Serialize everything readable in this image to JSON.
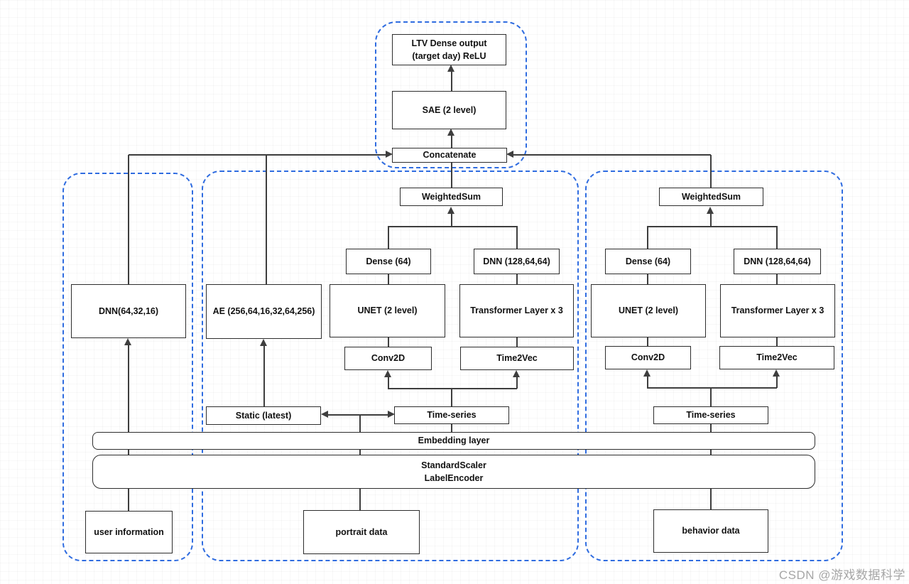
{
  "nodes": {
    "ltv": "LTV Dense output\n(target day) ReLU",
    "sae": "SAE (2 level)",
    "concatenate": "Concatenate",
    "weighted_sum": "WeightedSum",
    "dense64": "Dense (64)",
    "dnn_128_64_64": "DNN (128,64,64)",
    "unet": "UNET (2 level)",
    "transformer": "Transformer Layer x 3",
    "conv2d": "Conv2D",
    "time2vec": "Time2Vec",
    "time_series": "Time-series",
    "static_latest": "Static (latest)",
    "ae": "AE (256,64,16,32,64,256)",
    "dnn_left": "DNN(64,32,16)",
    "embedding": "Embedding layer",
    "scaler": "StandardScaler\nLabelEncoder",
    "user_information": "user information",
    "portrait_data": "portrait data",
    "behavior_data": "behavior data"
  },
  "watermark": "CSDN @游戏数据科学",
  "colors": {
    "group_border": "#2f6ce0",
    "edge": "#3e3e3e",
    "node_border": "#2d2d2d",
    "watermark": "#a6a6a6"
  }
}
